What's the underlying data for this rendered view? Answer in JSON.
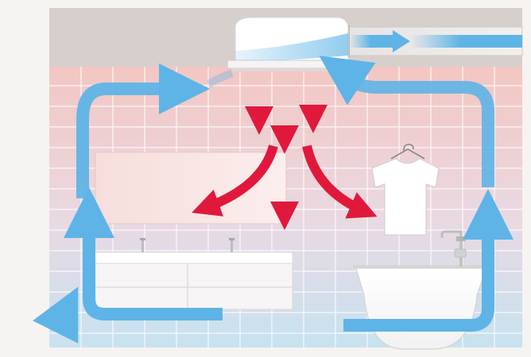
{
  "scene": {
    "description_labels": [],
    "colors": {
      "page_bg": "#f6f3f0",
      "ceiling": "#d6cfcc",
      "wall_top": "#f3c9c5",
      "wall_bottom": "#c9e2ef",
      "tile_line": "#ffffff",
      "warm_air": "#e0193c",
      "airflow": "#5eb4e6",
      "unit_body": "#ffffff"
    }
  },
  "elements": {
    "ceiling": "ceiling",
    "heater_unit": "ceiling-heater-unit",
    "exhaust_duct": "exhaust-duct",
    "mirror": "mirror-panel",
    "vanity": "vanity-cabinet",
    "tshirt": "tshirt-icon",
    "bathtub": "bathtub",
    "faucet": "bath-faucet"
  },
  "airflow": {
    "warm_arrows": [
      "down-left",
      "down-left-2",
      "down-center",
      "down-right",
      "down-right-2"
    ],
    "circulation": [
      "intake-left",
      "loop-left-up",
      "loop-top-right",
      "loop-right-up",
      "return-to-unit",
      "exhaust-out"
    ]
  }
}
